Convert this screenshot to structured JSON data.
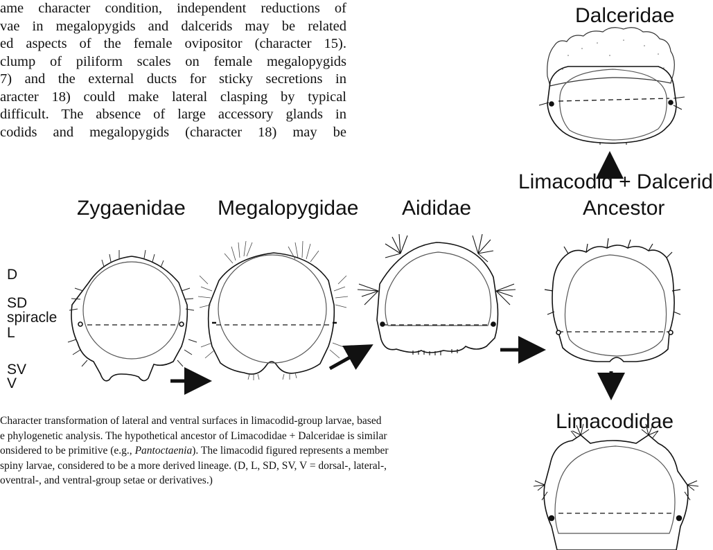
{
  "body_text": {
    "lines": [
      "ame character condition, independent reductions of",
      "vae in megalopygids and dalcerids may be related",
      "ed aspects of the female ovipositor (character 15).",
      "clump of piliform scales on female megalopygids",
      "7) and the external ducts for sticky secretions in",
      "aracter 18) could make lateral clasping by typical",
      "difficult. The absence of large accessory glands in",
      "codids and megalopygids (character 18) may be"
    ]
  },
  "families": {
    "zygaenidae": "Zygaenidae",
    "megalopygidae": "Megalopygidae",
    "aididae": "Aididae",
    "dalceridae": "Dalceridae",
    "ancestor_line1": "Limacodid + Dalcerid",
    "ancestor_line2": "Ancestor",
    "limacodidae": "Limacodidae"
  },
  "setal_key": {
    "d": "D",
    "sd": "SD",
    "spiracle": "spiracle",
    "l": "L",
    "sv": "SV",
    "v": "V"
  },
  "caption": {
    "line1": "Character transformation of lateral and ventral surfaces in limacodid-group larvae, based",
    "line2": "e phylogenetic analysis. The hypothetical ancestor of Limacodidae + Dalceridae is similar",
    "line3_pre": "onsidered to be primitive (e.g., ",
    "line3_italic": "Pantoctaenia",
    "line3_post": "). The limacodid figured represents a member",
    "line4": " spiny larvae, considered to be a more derived lineage. (D, L, SD, SV, V = dorsal-, lateral-,",
    "line5": "oventral-, and ventral-group setae or derivatives.)"
  },
  "colors": {
    "ink": "#111111",
    "outline_inner": "#555555",
    "paper": "#ffffff"
  }
}
